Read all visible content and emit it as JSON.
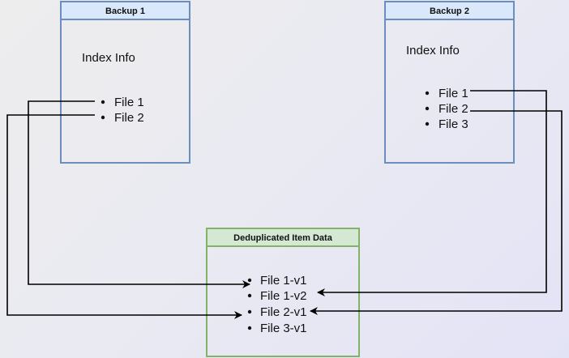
{
  "colors": {
    "backup_fill": "#dae8fc",
    "backup_stroke": "#6c8ebf",
    "dedup_fill": "#d5e8d4",
    "dedup_stroke": "#82b366",
    "arrow": "#000000"
  },
  "backup1": {
    "title": "Backup 1",
    "heading": "Index Info",
    "files": [
      "File 1",
      "File 2"
    ]
  },
  "backup2": {
    "title": "Backup 2",
    "heading": "Index Info",
    "files": [
      "File 1",
      "File 2",
      "File 3"
    ]
  },
  "dedup": {
    "title": "Deduplicated Item Data",
    "items": [
      "File 1-v1",
      "File 1-v2",
      "File 2-v1",
      "File 3-v1"
    ]
  },
  "links": [
    {
      "from": "Backup 1 / File 1",
      "to": "File 1-v1"
    },
    {
      "from": "Backup 1 / File 2",
      "to": "File 2-v1"
    },
    {
      "from": "Backup 2 / File 1",
      "to": "File 1-v2"
    },
    {
      "from": "Backup 2 / File 2",
      "to": "File 2-v1"
    }
  ]
}
